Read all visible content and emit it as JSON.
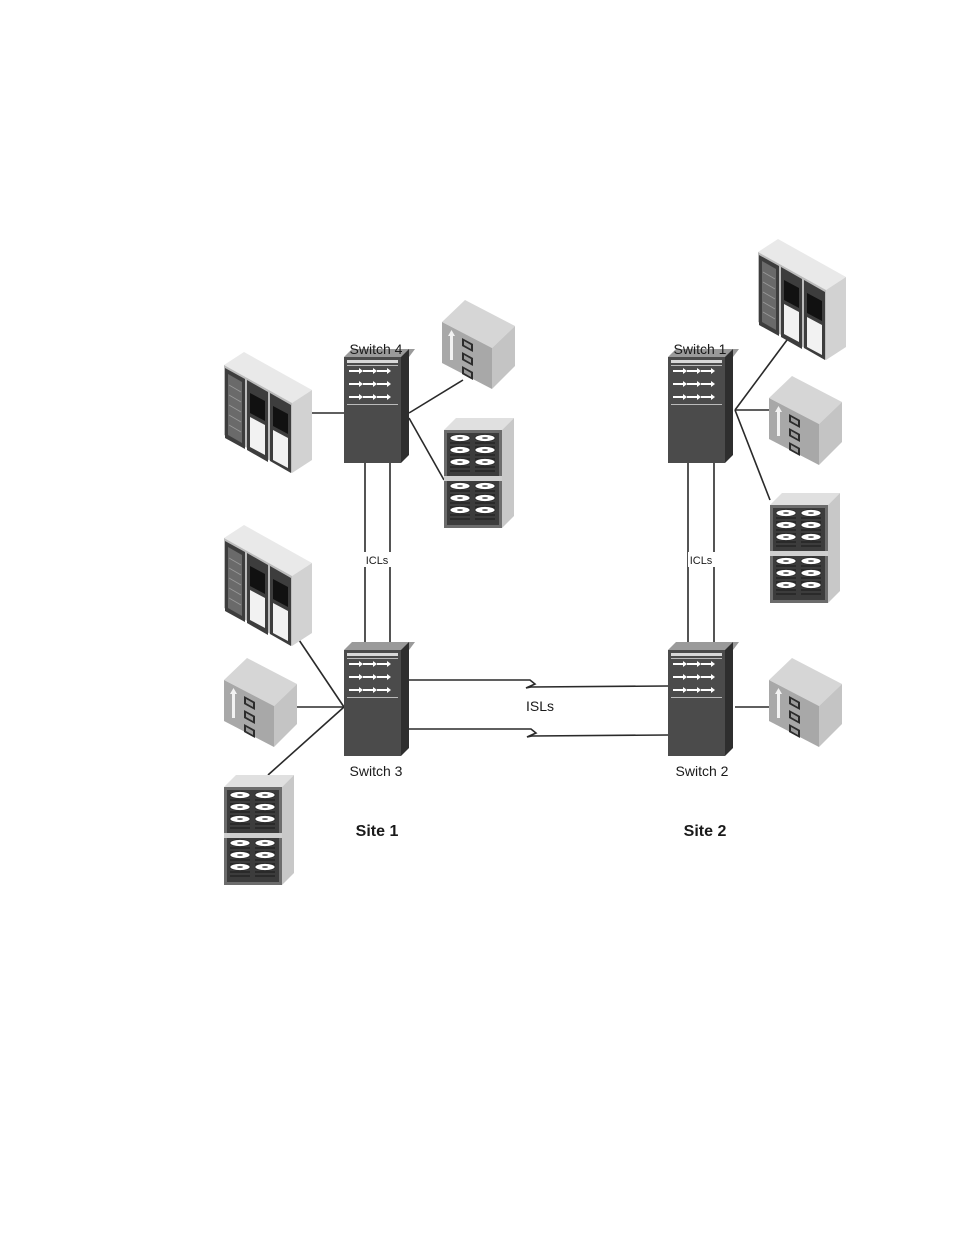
{
  "switches": {
    "switch1": "Switch 1",
    "switch2": "Switch 2",
    "switch3": "Switch 3",
    "switch4": "Switch 4"
  },
  "links": {
    "icl_left": "ICLs",
    "icl_right": "ICLs",
    "isl": "ISLs"
  },
  "sites": {
    "site1": "Site 1",
    "site2": "Site 2"
  },
  "colors": {
    "switch_front": "#4a4a4a",
    "switch_side": "#2f2f2f",
    "switch_top": "#8a8a8a",
    "device_gray": "#bdbdbd",
    "line": "#2a2a2a"
  },
  "icons": [
    "switch-icon",
    "server-rack-icon",
    "storage-box-icon",
    "disk-array-icon"
  ]
}
